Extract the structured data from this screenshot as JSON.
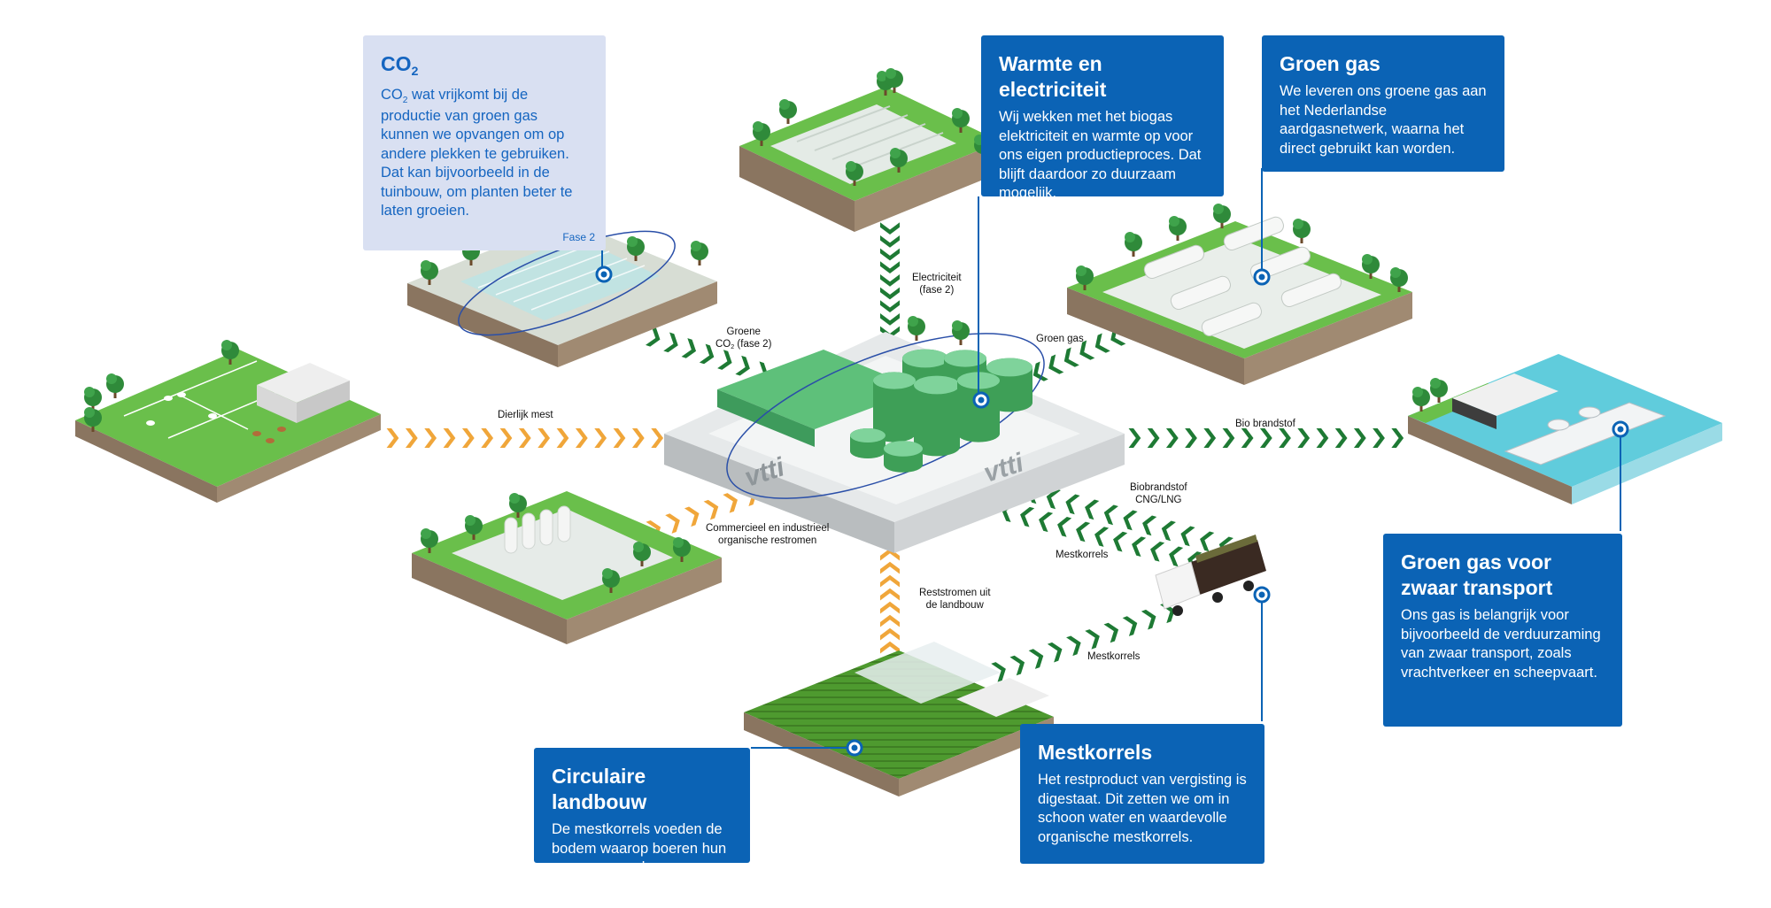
{
  "colors": {
    "card_blue": "#0b63b5",
    "card_light": "#d9e0f2",
    "card_light_text": "#1565c0",
    "flow_green": "#1e7a34",
    "flow_orange": "#f0a63a",
    "grass": "#6abf4b",
    "soil": "#8a7560",
    "water": "#4fc6d8"
  },
  "cards": {
    "co2": {
      "title": "CO",
      "title_sub": "2",
      "body_prefix": "CO",
      "body_sub": "2",
      "body": " wat vrijkomt bij de productie van groen gas kunnen we opvangen om op andere plekken te gebruiken. Dat kan bijvoorbeeld in de tuinbouw, om planten beter te laten groeien.",
      "phase": "Fase 2"
    },
    "warmte": {
      "title": "Warmte en electriciteit",
      "body": "Wij wekken met het biogas elektriciteit en warmte op voor ons eigen productieproces. Dat blijft daardoor zo duurzaam mogelijk."
    },
    "groengas": {
      "title": "Groen gas",
      "body": "We leveren ons groene gas aan het Nederlandse aardgasnetwerk, waarna het direct gebruikt kan worden."
    },
    "transport": {
      "title": "Groen gas voor zwaar transport",
      "body": "Ons gas is belangrijk voor bijvoorbeeld de verduurzaming van zwaar transport, zoals vrachtverkeer en scheepvaart."
    },
    "mestkorrels": {
      "title": "Mestkorrels",
      "body": "Het restproduct van vergisting is digestaat. Dit zetten we om in schoon water en waardevolle organische mestkorrels."
    },
    "landbouw": {
      "title": "Circulaire landbouw",
      "body": "De mestkorrels voeden de bodem waarop boeren hun gewassen verbouwen."
    }
  },
  "flows": {
    "electriciteit": {
      "line1": "Electriciteit",
      "line2": "(fase 2)"
    },
    "groene_co2": {
      "line1": "Groene",
      "line2a": "CO",
      "line2_sub": "2",
      "line2b": " (fase 2)"
    },
    "groen_gas": "Groen gas",
    "dierlijk_mest": "Dierlijk mest",
    "bio_brandstof": "Bio brandstof",
    "biobrandstof_cng": {
      "line1": "Biobrandstof",
      "line2": "CNG/LNG"
    },
    "commercieel": {
      "line1": "Commercieel en industrieel",
      "line2": "organische restromen"
    },
    "mestkorrels_1": "Mestkorrels",
    "reststromen": {
      "line1": "Reststromen uit",
      "line2": "de landbouw"
    },
    "mestkorrels_2": "Mestkorrels"
  },
  "plant": {
    "logo_text": "vtti"
  },
  "icons": [
    "tree-icon",
    "cow-icon",
    "farm-barn-icon",
    "greenhouse-icon",
    "gas-tank-icon",
    "truck-icon",
    "ship-icon",
    "factory-icon",
    "info-dot-icon"
  ]
}
